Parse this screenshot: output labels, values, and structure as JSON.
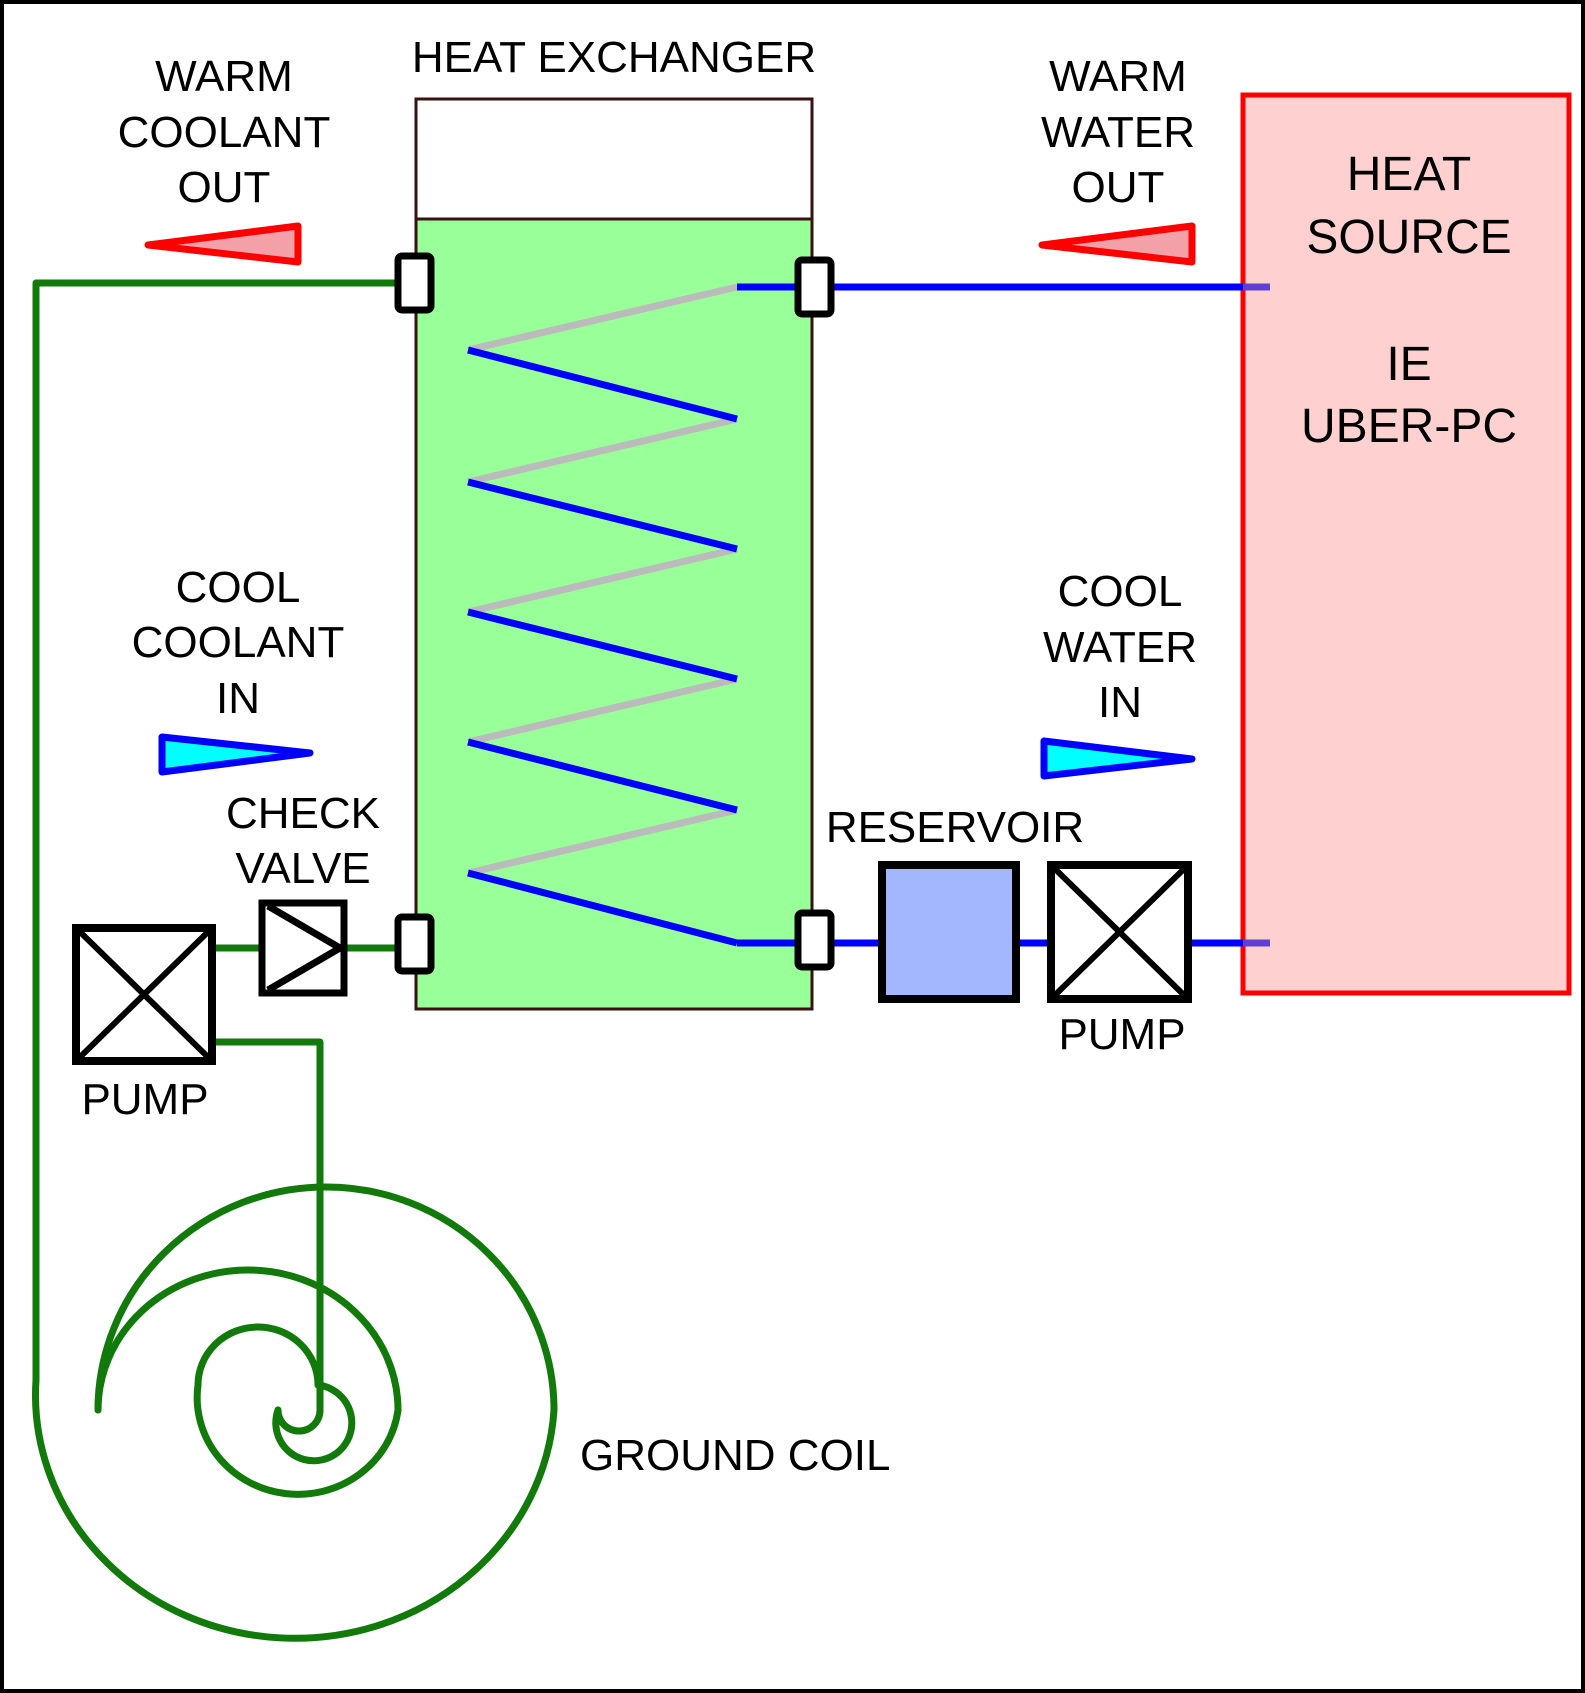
{
  "labels": {
    "heat_exchanger": "HEAT EXCHANGER",
    "warm_coolant_out": [
      "WARM",
      "COOLANT",
      "OUT"
    ],
    "warm_water_out": [
      "WARM",
      "WATER",
      "OUT"
    ],
    "cool_coolant_in": [
      "COOL",
      "COOLANT",
      "IN"
    ],
    "cool_water_in": [
      "COOL",
      "WATER",
      "IN"
    ],
    "check_valve": [
      "CHECK",
      "VALVE"
    ],
    "reservoir": "RESERVOIR",
    "pump_left": "PUMP",
    "pump_right": "PUMP",
    "ground_coil": "GROUND COIL",
    "heat_source": [
      "HEAT",
      "SOURCE",
      "",
      "IE",
      "UBER-PC"
    ]
  },
  "colors": {
    "coolant_loop": "#117a0a",
    "water_loop": "#0000ff",
    "heat_exchanger_fill": "#99ff99",
    "heat_source_fill": "#ffd0d0",
    "heat_source_border": "#ff0000",
    "warm_arrow_fill": "#f4a0a8",
    "warm_arrow_stroke": "#ff0000",
    "cool_arrow_fill": "#00ffff",
    "cool_arrow_stroke": "#0000ff",
    "reservoir_fill": "#a3b7ff",
    "coil_back": "#bbbbbb"
  }
}
